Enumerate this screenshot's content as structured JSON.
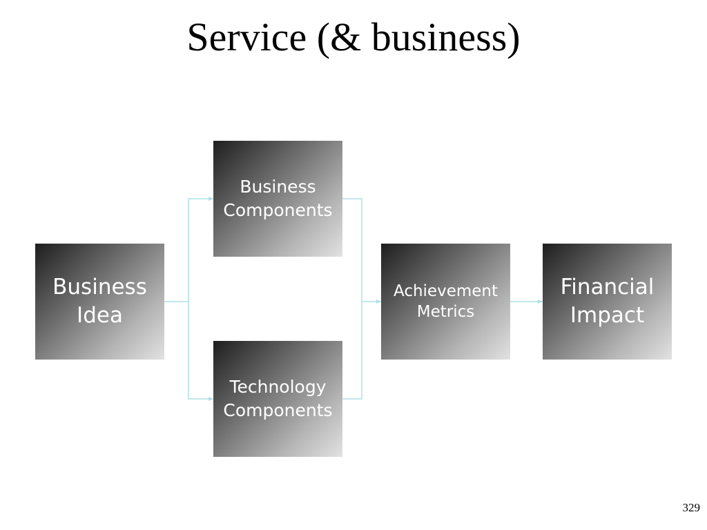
{
  "slide": {
    "title": "Service (& business)",
    "page_number": "329"
  },
  "diagram": {
    "nodes": [
      {
        "id": "business-idea",
        "lines": [
          "Business",
          "Idea"
        ]
      },
      {
        "id": "business-components",
        "lines": [
          "Business",
          "Components"
        ]
      },
      {
        "id": "technology-components",
        "lines": [
          "Technology",
          "Components"
        ]
      },
      {
        "id": "achievement-metrics",
        "lines": [
          "Achievement",
          "Metrics"
        ]
      },
      {
        "id": "financial-impact",
        "lines": [
          "Financial",
          "Impact"
        ]
      }
    ],
    "edges": [
      {
        "from": "business-idea",
        "to": "business-components"
      },
      {
        "from": "business-idea",
        "to": "technology-components"
      },
      {
        "from": "business-components",
        "to": "achievement-metrics"
      },
      {
        "from": "technology-components",
        "to": "achievement-metrics"
      },
      {
        "from": "achievement-metrics",
        "to": "financial-impact"
      }
    ],
    "colors": {
      "connector": "#aee0e6",
      "box_gradient_dark": "#1e1e1e",
      "box_gradient_light": "#e2e2e2",
      "box_text": "#ffffff"
    }
  }
}
